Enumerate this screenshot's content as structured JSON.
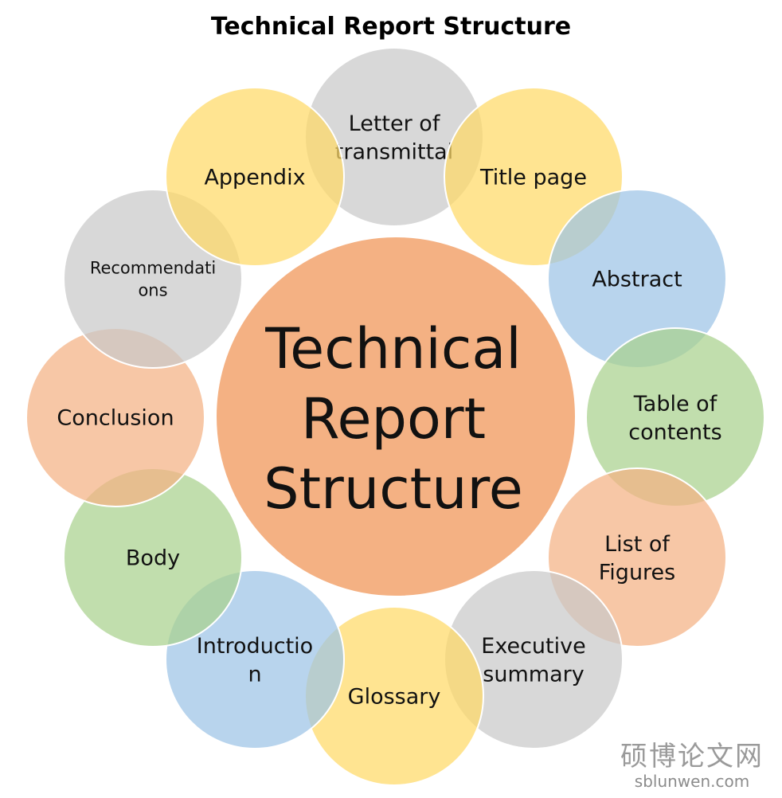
{
  "title": "Technical Report Structure",
  "center": {
    "lines": [
      "Technical",
      "Report",
      "Structure"
    ],
    "color": "#F4B183"
  },
  "palette": {
    "gray": "#C9C9C9",
    "yellow": "#FFD966",
    "blue": "#9DC3E6",
    "green": "#A9D18E",
    "orange": "#F4B183"
  },
  "nodes": [
    {
      "lines": [
        "Letter of",
        "transmittal"
      ],
      "color": "gray"
    },
    {
      "lines": [
        "Title page"
      ],
      "color": "yellow"
    },
    {
      "lines": [
        "Abstract"
      ],
      "color": "blue"
    },
    {
      "lines": [
        "Table of",
        "contents"
      ],
      "color": "green"
    },
    {
      "lines": [
        "List of",
        "Figures"
      ],
      "color": "orange"
    },
    {
      "lines": [
        "Executive",
        "summary"
      ],
      "color": "gray"
    },
    {
      "lines": [
        "Glossary"
      ],
      "color": "yellow"
    },
    {
      "lines": [
        "Introductio",
        "n"
      ],
      "color": "blue"
    },
    {
      "lines": [
        "Body"
      ],
      "color": "green"
    },
    {
      "lines": [
        "Conclusion"
      ],
      "color": "orange"
    },
    {
      "lines": [
        "Recommendati",
        "ons"
      ],
      "color": "gray"
    },
    {
      "lines": [
        "Appendix"
      ],
      "color": "yellow"
    }
  ],
  "watermark": {
    "chinese": "硕博论文网",
    "url": "sblunwen.com"
  }
}
